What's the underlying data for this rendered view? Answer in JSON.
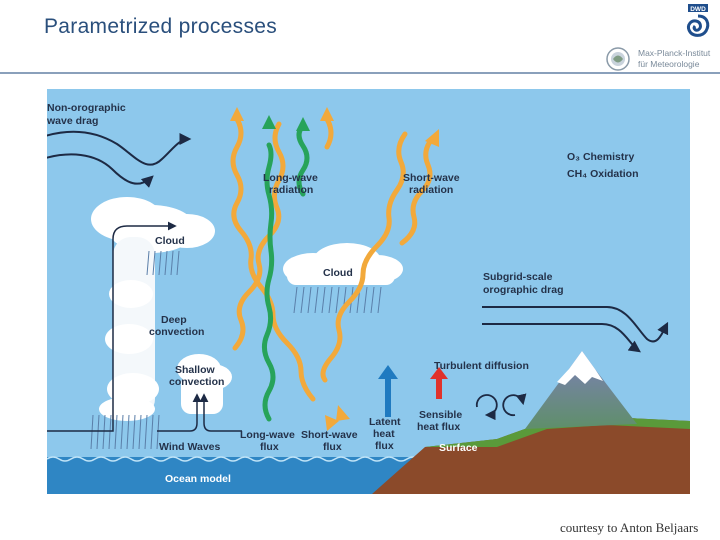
{
  "title": "Parametrized processes",
  "logos": {
    "dwd_text": "DWD",
    "mpi_line1": "Max-Planck-Institut",
    "mpi_line2": "für Meteorologie"
  },
  "diagram": {
    "labels": {
      "non_orographic_1": "Non-orographic",
      "non_orographic_2": "wave drag",
      "longwave_rad_1": "Long-wave",
      "longwave_rad_2": "radiation",
      "shortwave_rad_1": "Short-wave",
      "shortwave_rad_2": "radiation",
      "o3_chem": "O₃ Chemistry",
      "ch4_ox": "CH₄ Oxidation",
      "cloud_left": "Cloud",
      "cloud_center": "Cloud",
      "subgrid_1": "Subgrid-scale",
      "subgrid_2": "orographic drag",
      "deep_conv_1": "Deep",
      "deep_conv_2": "convection",
      "shallow_conv_1": "Shallow",
      "shallow_conv_2": "convection",
      "turbulent": "Turbulent diffusion",
      "sensible_1": "Sensible",
      "sensible_2": "heat flux",
      "latent_1": "Latent",
      "latent_2": "heat",
      "latent_3": "flux",
      "lw_flux_1": "Long-wave",
      "lw_flux_2": "flux",
      "sw_flux_1": "Short-wave",
      "sw_flux_2": "flux",
      "wind_waves": "Wind Waves",
      "surface": "Surface",
      "ocean_model": "Ocean model"
    },
    "colors": {
      "sky": "#8dc8ec",
      "ocean": "#2f86c4",
      "land": "#8b4a2a",
      "shortwave": "#f2a93b",
      "longwave": "#27a35a",
      "latent": "#1f7ac0",
      "sensible": "#e0322b",
      "drag": "#1d2a44"
    }
  },
  "credit": "courtesy to Anton Beljaars"
}
